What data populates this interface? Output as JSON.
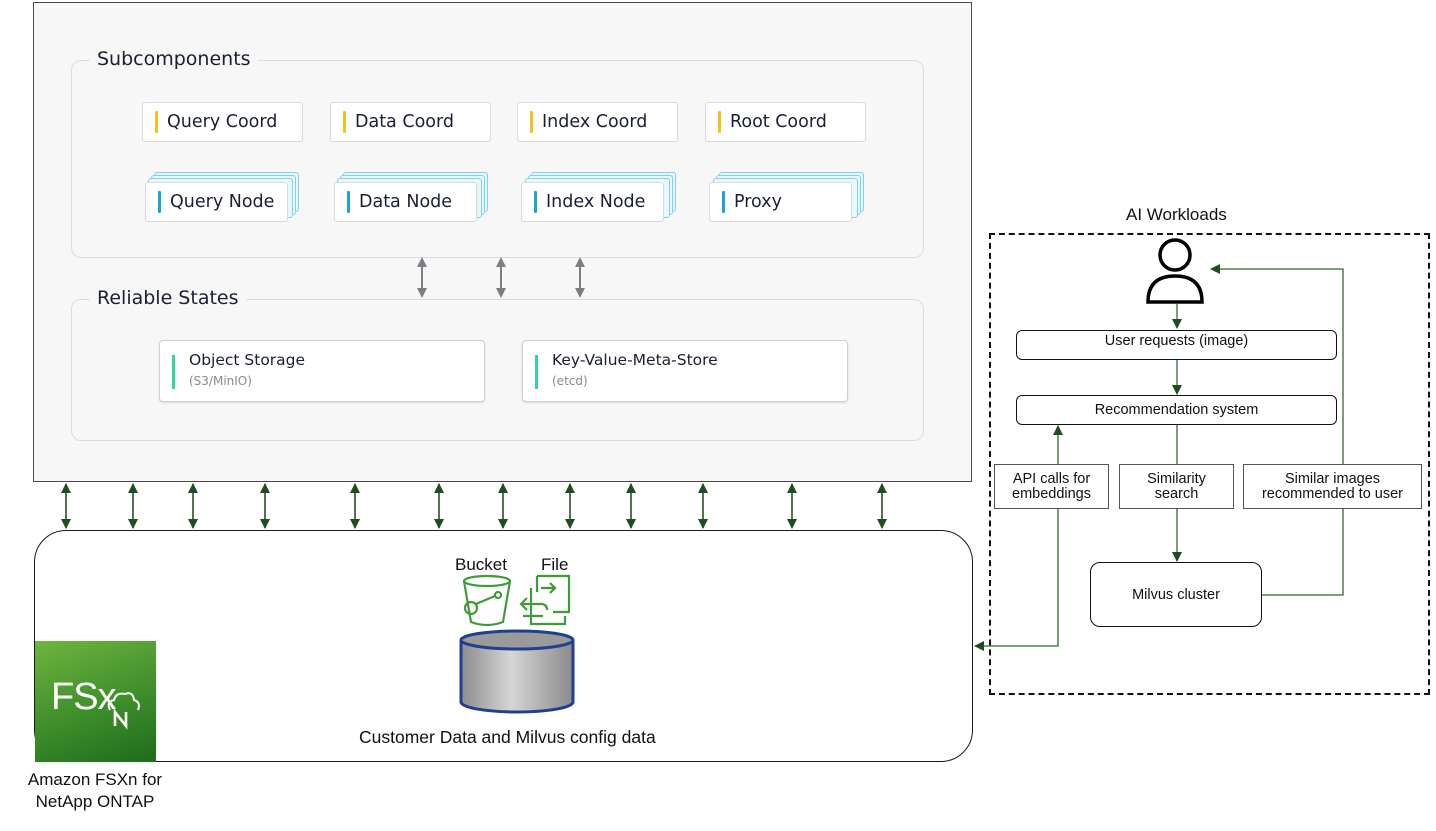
{
  "milvus": {
    "subcomponents": {
      "title": "Subcomponents",
      "coords": [
        "Query Coord",
        "Data Coord",
        "Index Coord",
        "Root Coord"
      ],
      "nodes": [
        "Query Node",
        "Data Node",
        "Index Node",
        "Proxy"
      ]
    },
    "reliable_states": {
      "title": "Reliable States",
      "stores": [
        {
          "name": "Object Storage",
          "sub": "(S3/MinIO)"
        },
        {
          "name": "Key-Value-Meta-Store",
          "sub": "(etcd)"
        }
      ]
    }
  },
  "storage": {
    "bucket_label": "Bucket",
    "file_label": "File",
    "data_label": "Customer Data and Milvus config data",
    "logo_text": "FSx",
    "caption_line1": "Amazon FSXn for",
    "caption_line2": "NetApp ONTAP"
  },
  "ai": {
    "title": "AI Workloads",
    "user_requests": "User requests (image)",
    "recommendation": "Recommendation system",
    "milvus_cluster": "Milvus  cluster",
    "note_api_line1": "API calls for",
    "note_api_line2": "embeddings",
    "note_similarity_line1": "Similarity",
    "note_similarity_line2": "search",
    "note_similar_line1": "Similar images",
    "note_similar_line2": "recommended to user"
  },
  "colors": {
    "flow_arrow": "#2f6b2f",
    "grey_arrow": "#7d7d86",
    "coord_accent": "#f2c21a",
    "node_accent": "#19a6d6",
    "state_accent": "#2ed4a2",
    "cylinder": "#1f3f8f",
    "fsx_green": "#3e8e2b"
  }
}
